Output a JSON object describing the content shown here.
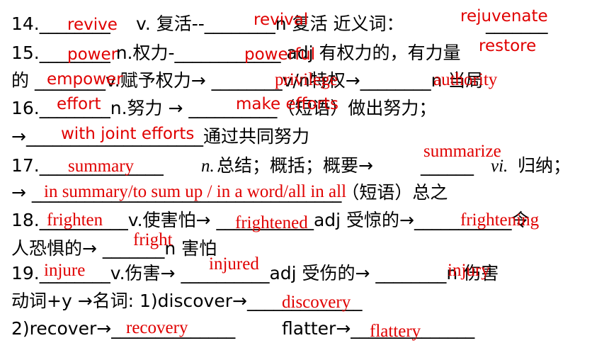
{
  "colors": {
    "answer": "#e00000",
    "text": "#000000"
  },
  "rows": [
    {
      "line": "14.________  v. 复活--________n 复活 近义词：________",
      "answers": [
        "revive",
        "revival",
        "rejuvenate",
        "restore"
      ]
    },
    {
      "line": "15.________ n.权力-____________ adj 有权力的，有力量的 ________v.赋予权力→ ________v/n特权→________n 当局",
      "answers": [
        "power",
        "powerful",
        "empower",
        "privilege",
        "authority"
      ]
    },
    {
      "line": "16.________n.努力 → __________（短语）做出努力；→____________通过共同努力",
      "answers": [
        "effort",
        "make efforts",
        "with joint efforts"
      ]
    },
    {
      "line": "17.____________ n.总结；概括；概要→_____ vi.归纳；→ ____________（短语）总之",
      "answers": [
        "summary",
        "summarize",
        "in summary/to sum up / in a word/all in all"
      ]
    },
    {
      "line": "18.________v.使害怕→ __________adj 受惊的→__________令人恐惧的→ ______n 害怕",
      "answers": [
        "frighten",
        "frightened",
        "frightening",
        "fright"
      ]
    },
    {
      "line": "19.________v.伤害→ __________adj 受伤的→ ________n 伤害",
      "answers": [
        "injure",
        "injured",
        "injury"
      ]
    },
    {
      "line": "动词+y →名词: 1)discover→______________ 2)recover→______________ flatter→______________",
      "answers": [
        "discovery",
        "recovery",
        "flattery"
      ]
    }
  ],
  "texts": {
    "l1_a": "14.________",
    "l1_b": "v. 复活--________n 复活 近义词：",
    "l1_c": "_______",
    "l2_a": "15.________ n.权力-____________ adj 有权力的，有力量",
    "l3_a": "的 ________v.赋予权力→ ________v/n特权→________n 当局",
    "l4_a": "16.________n.努力 → __________（短语）做出努力；",
    "l5_a": "→____________________通过共同努力",
    "l6_a": "17.______________",
    "l6_b": "n.",
    "l6_c": "总结；概括；概要→",
    "l6_d": "______",
    "l6_e": "vi.",
    "l6_f": "归纳；",
    "l7_a": "→ ___________________________________（短语）总之",
    "l8_a": "18.__________v.使害怕→ ___________adj 受惊的→___________令",
    "l9_a": "人恐惧的→ _______n 害怕",
    "l10_a": "19.________v.伤害→ __________adj 受伤的→ ________n 伤害",
    "l11_a": "动词+y →名词: 1)discover→_____________",
    "l12_a": "2)recover→______________",
    "l12_b": "flatter→______________"
  }
}
